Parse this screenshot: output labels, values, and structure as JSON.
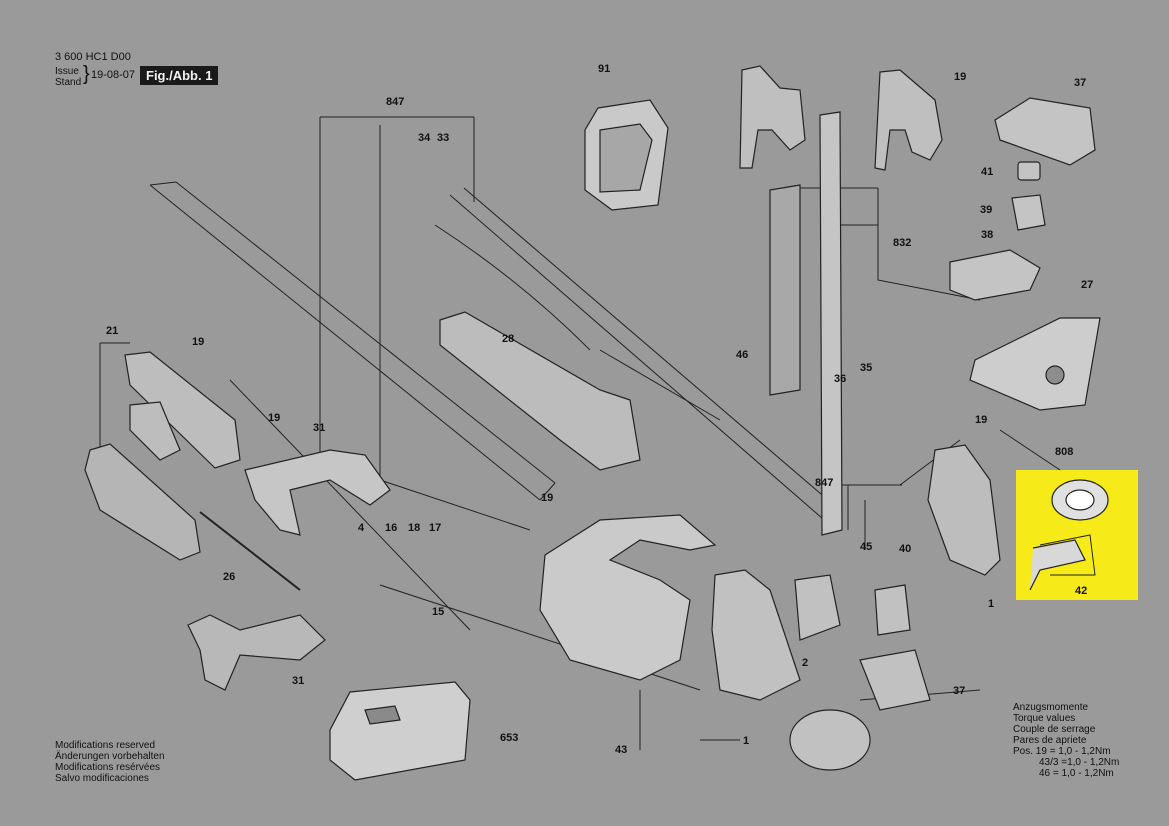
{
  "header": {
    "doc_number": "3 600 HC1 D00",
    "issue_label": "Issue",
    "stand_label": "Stand",
    "date": "19-08-07",
    "fig_label": "Fig./Abb. 1"
  },
  "parts": {
    "p847a": "847",
    "p34": "34",
    "p33": "33",
    "p91": "91",
    "p19a": "19",
    "p37a": "37",
    "p41": "41",
    "p39": "39",
    "p38": "38",
    "p832": "832",
    "p27": "27",
    "p21": "21",
    "p19b": "19",
    "p28": "28",
    "p46": "46",
    "p36": "36",
    "p35": "35",
    "p19c": "19",
    "p31a": "31",
    "p19d": "19",
    "p808": "808",
    "p19e": "19",
    "p847b": "847",
    "p45": "45",
    "p40": "40",
    "p1a": "1",
    "p42": "42",
    "p4": "4",
    "p16": "16",
    "p18": "18",
    "p17": "17",
    "p15": "15",
    "p26": "26",
    "p2": "2",
    "p31b": "31",
    "p37b": "37",
    "p653": "653",
    "p43": "43",
    "p1b": "1"
  },
  "footer_left": [
    "Modifications reserved",
    "Änderungen vorbehalten",
    "Modifications resérvées",
    "Salvo modificaciones"
  ],
  "torque": {
    "lines": [
      "Anzugsmomente",
      "Torque values",
      "Couple de serrage",
      "Pares de apriete"
    ],
    "rows": [
      "Pos. 19  = 1,0 - 1,2Nm",
      "43/3  =1,0 - 1,2Nm",
      "46  = 1,0 - 1,2Nm"
    ]
  },
  "highlight_color": "#f7ea19"
}
